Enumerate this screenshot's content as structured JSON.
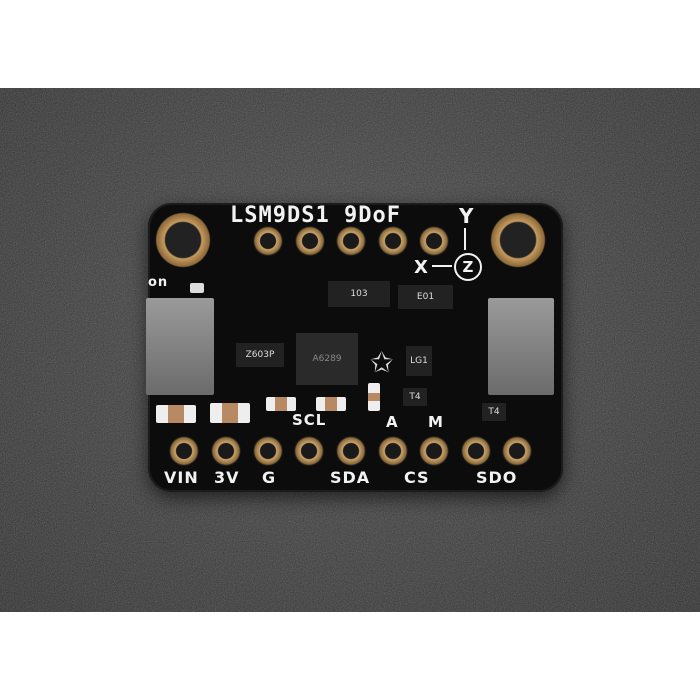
{
  "board": {
    "title": "LSM9DS1 9DoF",
    "axis_labels": {
      "y": "Y",
      "x": "X",
      "z": "Z"
    },
    "power_led_label": "on",
    "top_labels": [
      "SCL",
      "A",
      "M"
    ],
    "bottom_labels": [
      "VIN",
      "3V",
      "G",
      "SDA",
      "CS",
      "SDO"
    ],
    "chip_markings": {
      "resistor_array_1": "103",
      "resistor_array_2": "E01",
      "regulator": "Z603P",
      "sensor": "A6289",
      "transistor": "LG1",
      "diode_1": "T4",
      "diode_2": "T4"
    }
  },
  "colors": {
    "pcb": "#0c0c0c",
    "gold": "#c9a26a",
    "background": "#3a3a3a",
    "silkscreen": "#f2f2f2"
  }
}
